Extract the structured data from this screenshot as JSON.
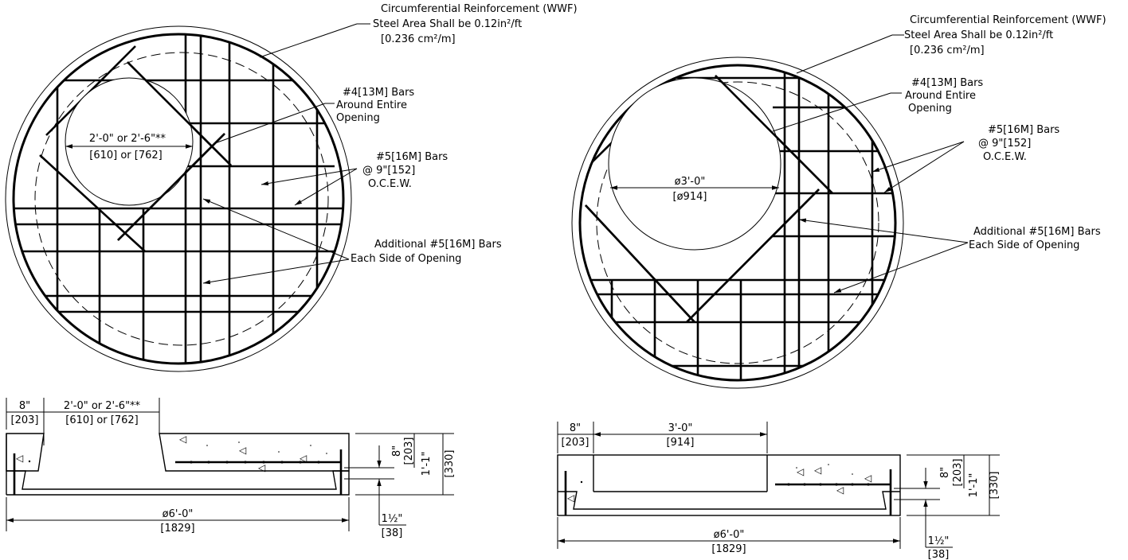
{
  "left": {
    "plan": {
      "wwf_note": [
        "Circumferential Reinforcement (WWF)",
        "Steel Area Shall be 0.12in²/ft",
        "[0.236 cm²/m]"
      ],
      "opening_bars_note": [
        "#4[13M] Bars",
        "Around Entire",
        "Opening"
      ],
      "opening_dim": [
        "2'-0\" or 2'-6\"**",
        "[610] or [762]"
      ],
      "grid_bars_note": [
        "#5[16M] Bars",
        "@ 9\"[152]",
        "O.C.E.W."
      ],
      "additional_note": [
        "Additional #5[16M] Bars",
        "Each Side of Opening"
      ]
    },
    "section": {
      "edge_dim": [
        "8\"",
        "[203]"
      ],
      "opening_dim": [
        "2'-0\" or 2'-6\"**",
        "[610] or [762]"
      ],
      "top_cover_dim": [
        "8\"",
        "[203]"
      ],
      "thickness_dim": [
        "1'-1\"",
        "[330]"
      ],
      "diameter_dim": [
        "ø6'-0\"",
        "[1829]"
      ],
      "bottom_cover_dim": [
        "1½\"",
        "[38]"
      ]
    }
  },
  "right": {
    "plan": {
      "wwf_note": [
        "Circumferential Reinforcement (WWF)",
        "Steel Area Shall be 0.12in²/ft",
        "[0.236 cm²/m]"
      ],
      "opening_bars_note": [
        "#4[13M] Bars",
        "Around Entire",
        "Opening"
      ],
      "grid_bars_note": [
        "#5[16M] Bars",
        "@ 9\"[152]",
        "O.C.E.W."
      ],
      "opening_dim": [
        "ø3'-0\"",
        "[ø914]"
      ],
      "additional_note": [
        "Additional #5[16M] Bars",
        "Each Side of Opening"
      ]
    },
    "section": {
      "edge_dim": [
        "8\"",
        "[203]"
      ],
      "opening_dim": [
        "3'-0\"",
        "[914]"
      ],
      "top_cover_dim": [
        "8\"",
        "[203]"
      ],
      "thickness_dim": [
        "1'-1\"",
        "[330]"
      ],
      "diameter_dim": [
        "ø6'-0\"",
        "[1829]"
      ],
      "bottom_cover_dim": [
        "1½\"",
        "[38]"
      ]
    }
  }
}
